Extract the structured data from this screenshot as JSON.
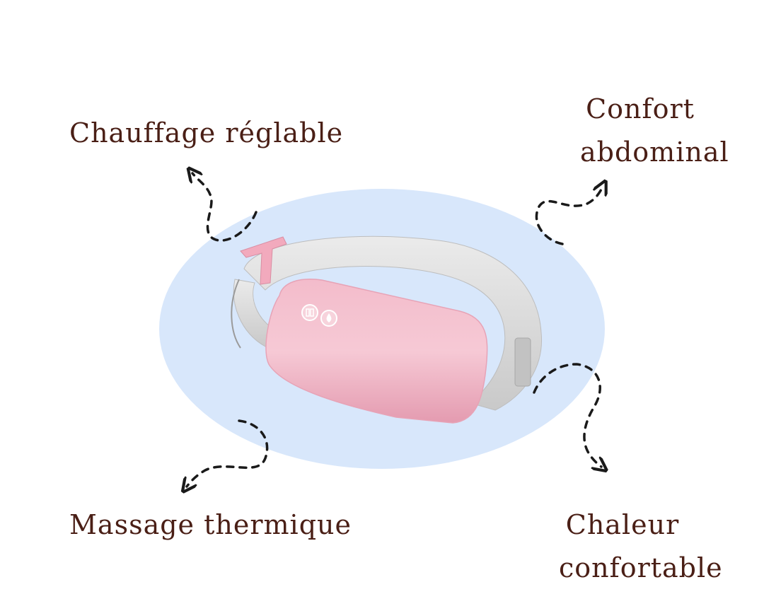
{
  "labels": {
    "top_left": "Chauffage réglable",
    "top_right_line1": "Confort",
    "top_right_line2": "abdominal",
    "bottom_left": "Massage thermique",
    "bottom_right_line1": "Chaleur",
    "bottom_right_line2": "confortable"
  },
  "colors": {
    "text": "#4a1f16",
    "backdrop": "#d8e7fb",
    "pad": "#f0b3c3",
    "belt": "#dcdcdc",
    "arrow": "#1a1a1a"
  },
  "icons": [
    "heating-level-icon",
    "heat-drop-icon"
  ]
}
